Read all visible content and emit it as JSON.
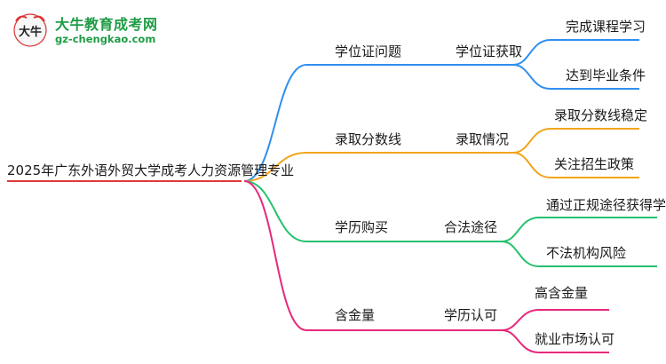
{
  "logo": {
    "title": "大牛教育成考网",
    "url": "gz-chengkao.com",
    "mark_text": "大牛"
  },
  "colors": {
    "root_line": "#e03a3a",
    "branch_blue": "#2f8ff0",
    "branch_orange": "#f2a51c",
    "branch_green": "#25c26e",
    "branch_pink": "#e8287a"
  },
  "root": {
    "label": "2025年广东外语外贸大学成考人力资源管理专业"
  },
  "branches": [
    {
      "label": "学位证问题",
      "sub": "学位证获取",
      "leaves": [
        "完成课程学习",
        "达到毕业条件"
      ]
    },
    {
      "label": "录取分数线",
      "sub": "录取情况",
      "leaves": [
        "录取分数线稳定",
        "关注招生政策"
      ]
    },
    {
      "label": "学历购买",
      "sub": "合法途径",
      "leaves": [
        "通过正规途径获得学位",
        "不法机构风险"
      ]
    },
    {
      "label": "含金量",
      "sub": "学历认可",
      "leaves": [
        "高含金量",
        "就业市场认可"
      ]
    }
  ]
}
